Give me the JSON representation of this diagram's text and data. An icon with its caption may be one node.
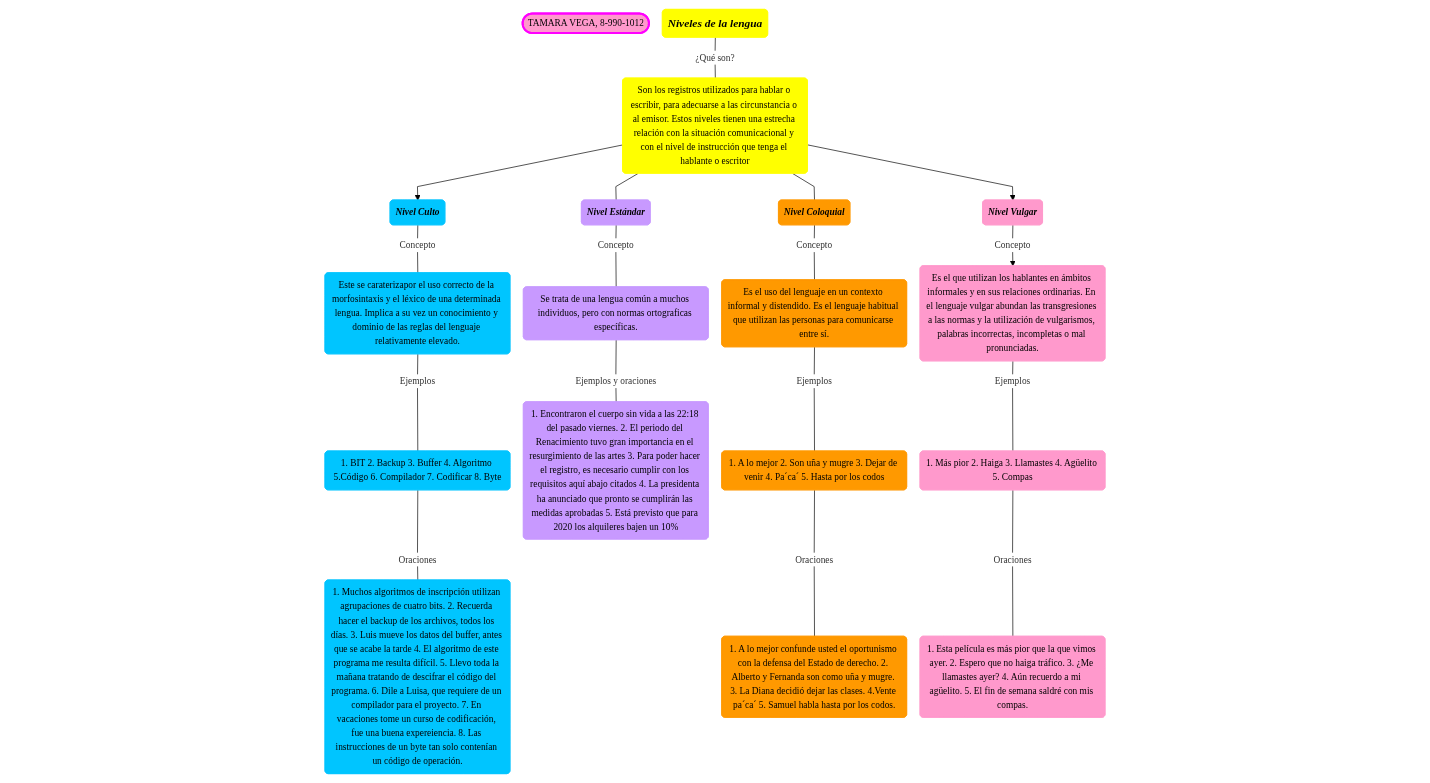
{
  "diagram": {
    "nodes": [
      {
        "text": [
          "TAMARA VEGA, 8-990-1012"
        ]
      },
      {
        "text": [
          "Niveles de la lengua"
        ]
      },
      {
        "text": [
          "Son los registros utilizados para hablar o escribir, para adecuarse a las circunstancia o al emisor. Estos niveles tienen una estrecha relación con la situación comunicacional y con el nivel de instrucción que tenga el hablante o escritor"
        ]
      },
      {
        "text": [
          "Nivel Culto"
        ]
      },
      {
        "text": [
          "Este se caraterizapor el uso correcto de la morfosintaxis y el léxico de una determinada lengua. Implica a su vez un conocimiento y dominio de las reglas del lenguaje relativamente elevado."
        ]
      },
      {
        "text": [
          "1. BIT 2. Backup 3. Buffer 4. Algoritmo 5.Código 6. Compilador 7. Codificar 8. Byte"
        ]
      },
      {
        "text": [
          "1. Muchos algoritmos de inscripción utilizan agrupaciones de cuatro bits. 2. Recuerda hacer el backup de los archivos, todos los días. 3. Luis mueve los datos del buffer, antes que se acabe la tarde 4. El algoritmo de este programa me resulta difícil. 5. Llevo toda la mañana tratando de descifrar el código del programa. 6. Dile a Luisa, que requiere de un compilador para el proyecto. 7. En vacaciones tome un curso de codificación, fue una buena expereiencia. 8. Las instrucciones de un byte tan solo contenían un código de operación."
        ]
      },
      {
        "text": [
          "Nivel Estándar"
        ]
      },
      {
        "text": [
          "Se trata de una lengua común a muchos individuos, pero con normas ortograficas específicas."
        ]
      },
      {
        "text": [
          "1. Encontraron el cuerpo sin vida a las 22:18 del pasado viernes. 2. El periodo del Renacimiento tuvo gran importancia en el resurgimiento de las artes 3. Para poder hacer el registro, es necesario cumplir con los requisitos aquí abajo citados 4. La presidenta ha anunciado que pronto se cumplirán las medidas aprobadas 5. Está previsto que para 2020 los alquileres bajen un 10%"
        ]
      },
      {
        "text": [
          "Nivel Coloquial"
        ]
      },
      {
        "text": [
          "Es el uso del lenguaje en un contexto informal y distendido. Es el lenguaje habitual que utilizan las personas para comunicarse entre sí."
        ]
      },
      {
        "text": [
          "1. A lo mejor 2. Son uña y mugre 3. Dejar de venir 4. Pa´ca´ 5. Hasta por los codos"
        ]
      },
      {
        "text": [
          "1. A lo mejor confunde usted el oportunismo con la defensa del Estado de derecho. 2. Alberto y Fernanda son como uña y mugre. 3. La Diana decidió dejar las clases. 4.Vente pa´ca´ 5. Samuel habla hasta por los codos."
        ]
      },
      {
        "text": [
          "Nivel Vulgar"
        ]
      },
      {
        "text": [
          "Es el que utilizan los hablantes en ámbitos informales y en sus relaciones ordinarias. En el lenguaje vulgar abundan las transgresiones a las normas y la utilización de vulgarismos, palabras incorrectas, incompletas o mal pronunciadas."
        ]
      },
      {
        "text": [
          "1. Más pior 2. Haiga 3. Llamastes 4. Agüelito 5. Compas"
        ]
      },
      {
        "text": [
          "1. Esta película es más pior que la que vimos ayer. 2. Espero que no haiga tráfico. 3. ¿Me llamastes ayer? 4. Aún recuerdo a mi agüelito. 5. El fin de semana saldré con mis compas."
        ]
      }
    ],
    "edges": [
      {
        "from": 1,
        "to": 2,
        "label": "¿Qué son?",
        "arrow": "none"
      },
      {
        "from": 2,
        "to": 3,
        "arrow": "to"
      },
      {
        "from": 2,
        "to": 7,
        "arrow": "none"
      },
      {
        "from": 2,
        "to": 10,
        "arrow": "none"
      },
      {
        "from": 2,
        "to": 14,
        "arrow": "to"
      },
      {
        "from": 3,
        "to": 4,
        "label": "Concepto",
        "arrow": "none"
      },
      {
        "from": 4,
        "to": 5,
        "label": "Ejemplos",
        "arrow": "none"
      },
      {
        "from": 5,
        "to": 6,
        "label": "Oraciones",
        "arrow": "none"
      },
      {
        "from": 7,
        "to": 8,
        "label": "Concepto",
        "arrow": "none"
      },
      {
        "from": 8,
        "to": 9,
        "label": "Ejemplos y oraciones",
        "arrow": "none"
      },
      {
        "from": 10,
        "to": 11,
        "label": "Concepto",
        "arrow": "none"
      },
      {
        "from": 11,
        "to": 12,
        "label": "Ejemplos",
        "arrow": "none"
      },
      {
        "from": 12,
        "to": 13,
        "label": "Oraciones",
        "arrow": "none"
      },
      {
        "from": 14,
        "to": 15,
        "label": "Concepto",
        "arrow": "to"
      },
      {
        "from": 15,
        "to": 16,
        "label": "Ejemplos",
        "arrow": "none"
      },
      {
        "from": 16,
        "to": 17,
        "label": "Oraciones",
        "arrow": "none"
      }
    ]
  }
}
